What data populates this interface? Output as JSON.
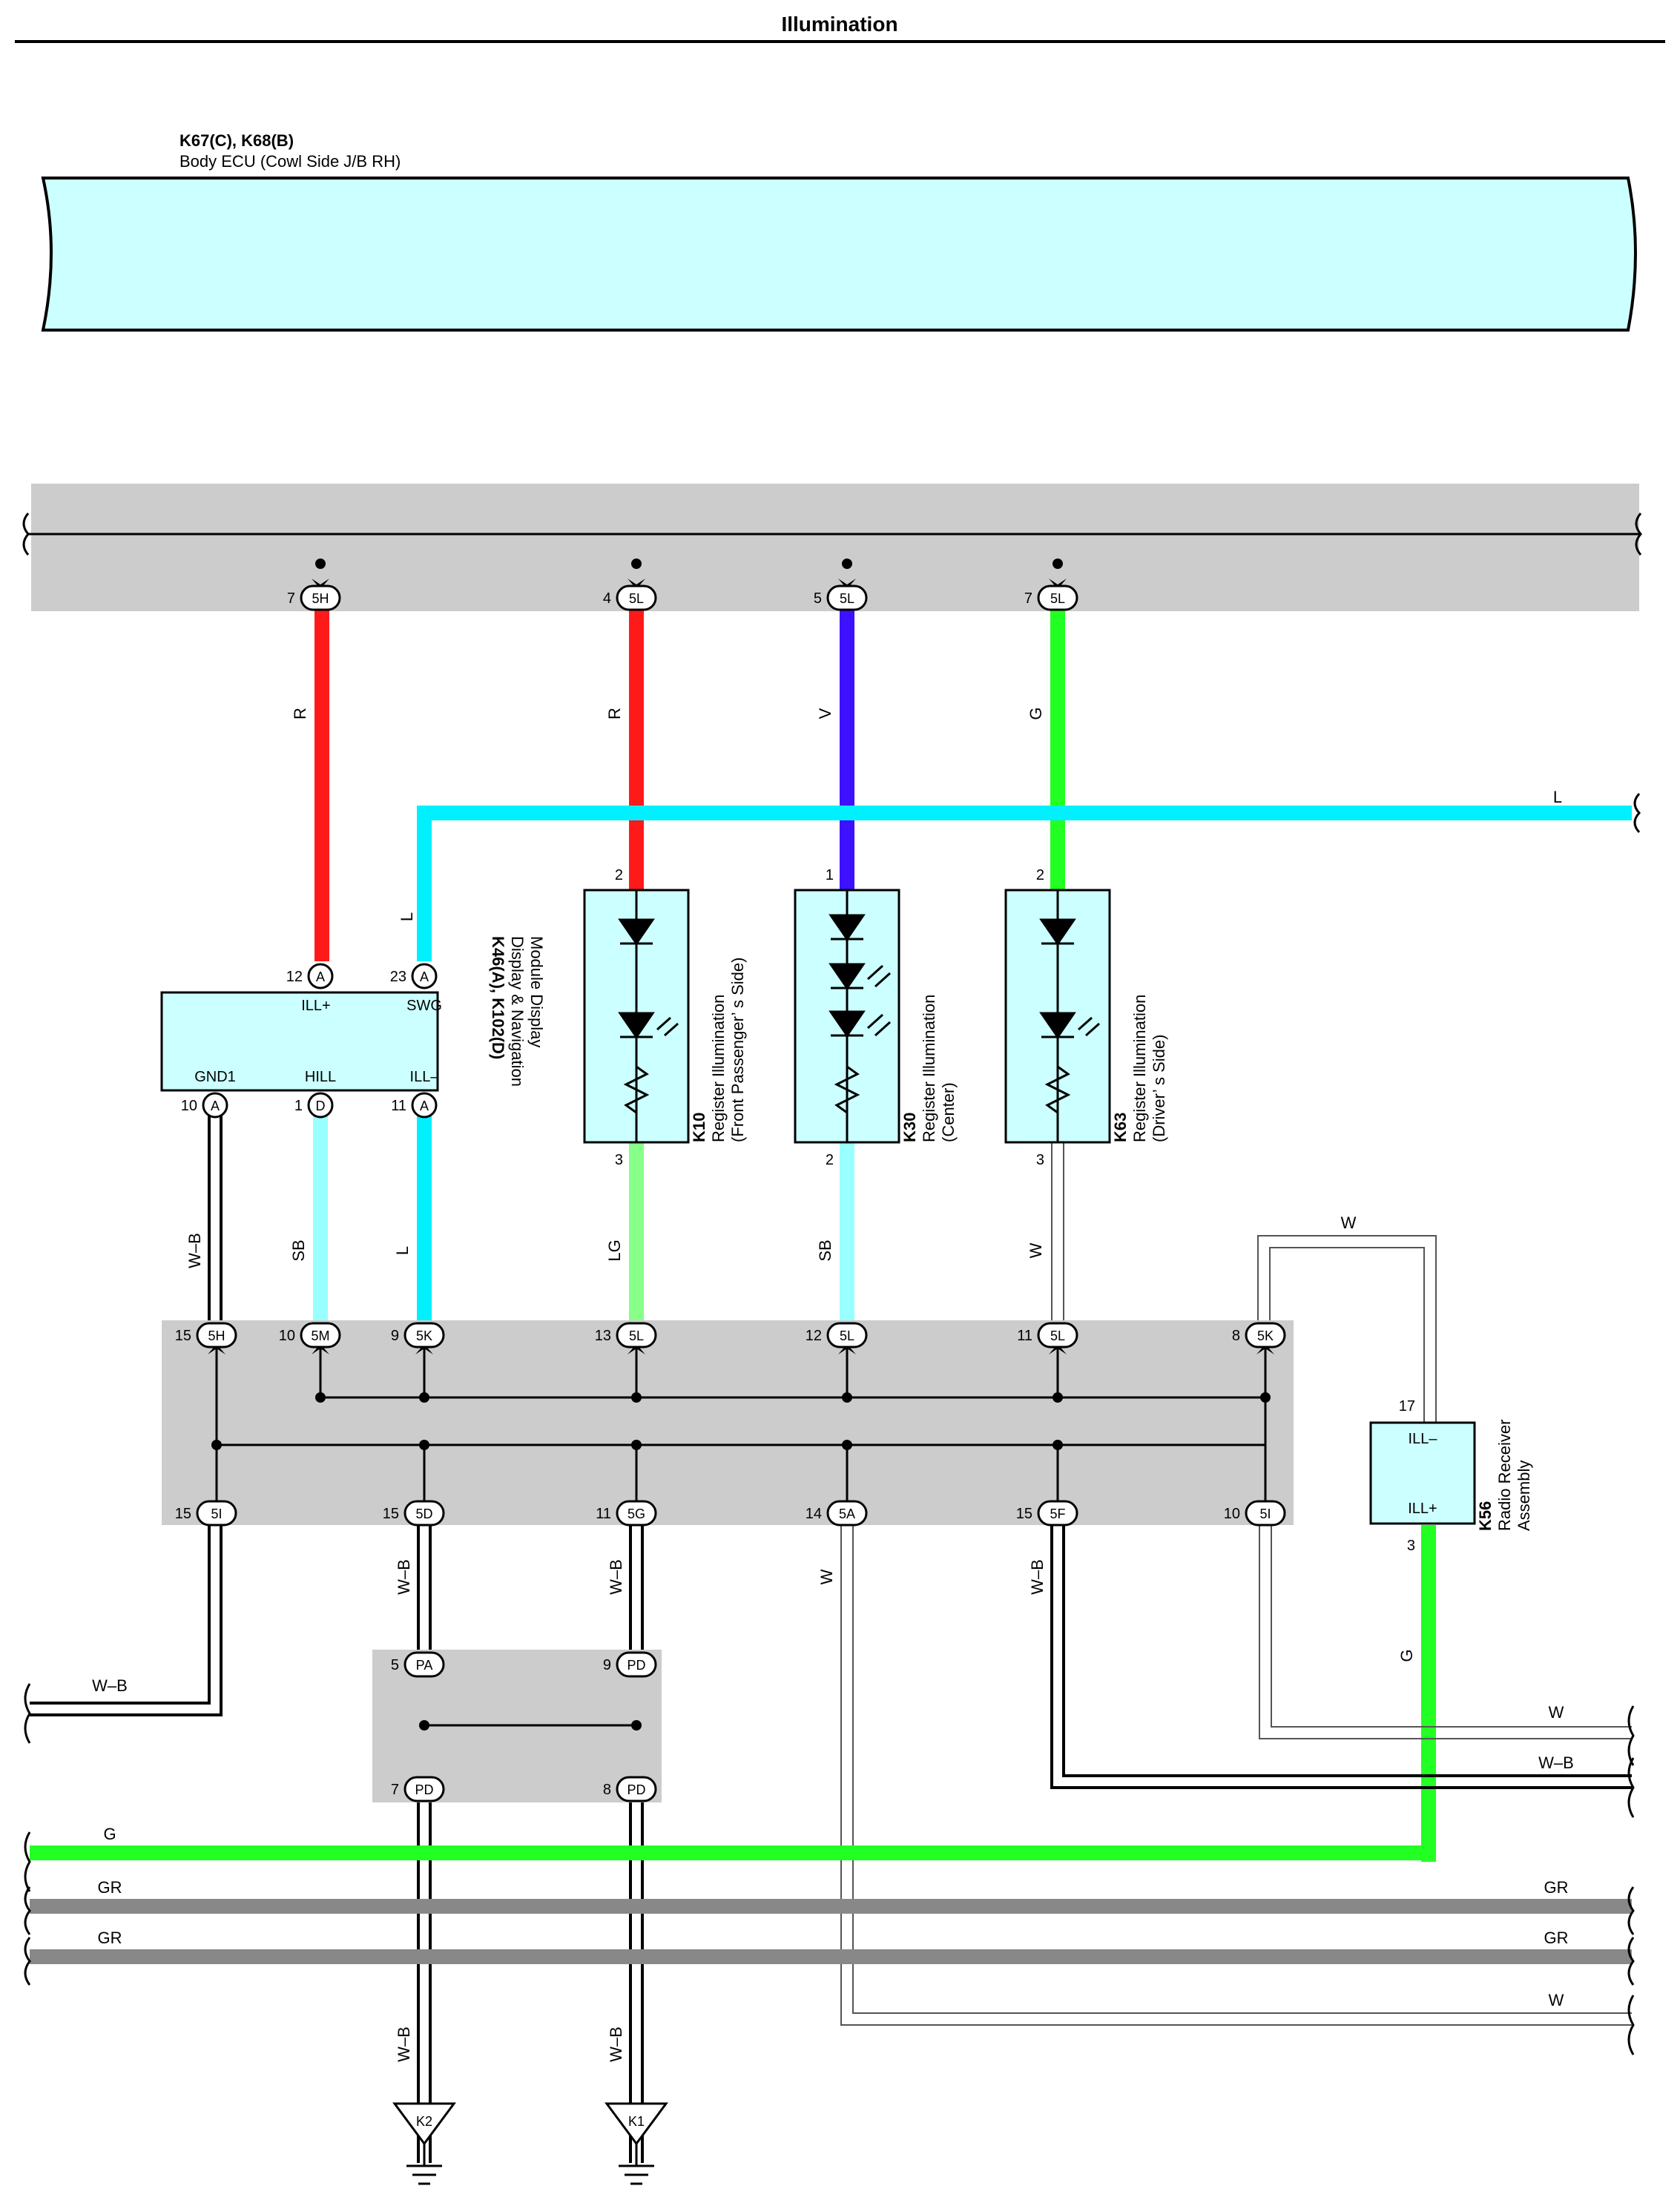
{
  "title": "Illumination",
  "body_ecu": {
    "code": "K67(C), K68(B)",
    "name": "Body ECU (Cowl Side J/B RH)"
  },
  "colors": {
    "R": "#ff1a1a",
    "V": "#3d10ff",
    "G": "#22ff22",
    "L": "#00f0ff",
    "SB": "#99ffff",
    "LG": "#88ff88",
    "GR": "#888888",
    "W": "#ffffff",
    "W-B": "#000000",
    "box_fill": "#ccffff",
    "junction_fill": "#cccccc"
  },
  "top_connectors": [
    {
      "pin": "7",
      "conn": "5H",
      "wire": "R"
    },
    {
      "pin": "4",
      "conn": "5L",
      "wire": "R"
    },
    {
      "pin": "5",
      "conn": "5L",
      "wire": "V"
    },
    {
      "pin": "7",
      "conn": "5L",
      "wire": "G"
    }
  ],
  "display_module": {
    "code": "K46(A), K102(D)",
    "name_line1": "Display & Navigation",
    "name_line2": "Module Display",
    "pins": [
      {
        "num": "12",
        "conn": "A",
        "label": "ILL+"
      },
      {
        "num": "23",
        "conn": "A",
        "label": "SWG"
      },
      {
        "num": "10",
        "conn": "A",
        "label": "GND1"
      },
      {
        "num": "1",
        "conn": "D",
        "label": "HILL"
      },
      {
        "num": "11",
        "conn": "A",
        "label": "ILL–"
      }
    ]
  },
  "registers": [
    {
      "code": "K10",
      "name_line1": "Register Illumination",
      "name_line2": "(Front Passenger’ s Side)",
      "pin_top": "2",
      "pin_bottom": "3"
    },
    {
      "code": "K30",
      "name_line1": "Register Illumination",
      "name_line2": "(Center)",
      "pin_top": "1",
      "pin_bottom": "2"
    },
    {
      "code": "K63",
      "name_line1": "Register Illumination",
      "name_line2": "(Driver’ s Side)",
      "pin_top": "2",
      "pin_bottom": "3"
    }
  ],
  "radio": {
    "code": "K56",
    "name_line1": "Radio Receiver",
    "name_line2": "Assembly",
    "pin_ill_minus": "17",
    "pin_ill_plus": "3",
    "label_ill_minus": "ILL–",
    "label_ill_plus": "ILL+"
  },
  "mid_top_connectors": [
    {
      "pin": "15",
      "conn": "5H"
    },
    {
      "pin": "10",
      "conn": "5M"
    },
    {
      "pin": "9",
      "conn": "5K"
    },
    {
      "pin": "13",
      "conn": "5L"
    },
    {
      "pin": "12",
      "conn": "5L"
    },
    {
      "pin": "11",
      "conn": "5L"
    },
    {
      "pin": "8",
      "conn": "5K"
    }
  ],
  "mid_bottom_connectors": [
    {
      "pin": "15",
      "conn": "5I"
    },
    {
      "pin": "15",
      "conn": "5D"
    },
    {
      "pin": "11",
      "conn": "5G"
    },
    {
      "pin": "14",
      "conn": "5A"
    },
    {
      "pin": "15",
      "conn": "5F"
    },
    {
      "pin": "10",
      "conn": "5I"
    }
  ],
  "lower_junction": [
    {
      "pin": "5",
      "conn": "PA"
    },
    {
      "pin": "9",
      "conn": "PD"
    },
    {
      "pin": "7",
      "conn": "PD"
    },
    {
      "pin": "8",
      "conn": "PD"
    }
  ],
  "grounds": [
    "K2",
    "K1"
  ],
  "wire_labels": {
    "r1": "R",
    "r2": "R",
    "v": "V",
    "g_top": "G",
    "l_horiz": "L",
    "l_swg": "L",
    "wb_gnd": "W–B",
    "sb1": "SB",
    "l_ill": "L",
    "lg": "LG",
    "sb2": "SB",
    "w_k63": "W",
    "w_loop": "W",
    "g_radio": "G",
    "wb_5d": "W–B",
    "wb_5g": "W–B",
    "w_5a": "W",
    "wb_5f": "W–B",
    "wb_left_exit": "W–B",
    "w_right": "W",
    "wb_right": "W–B",
    "g_bus": "G",
    "gr1_left": "GR",
    "gr1_right": "GR",
    "gr2_left": "GR",
    "gr2_right": "GR",
    "w_bottom": "W",
    "wb_k2": "W–B",
    "wb_k1": "W–B"
  }
}
